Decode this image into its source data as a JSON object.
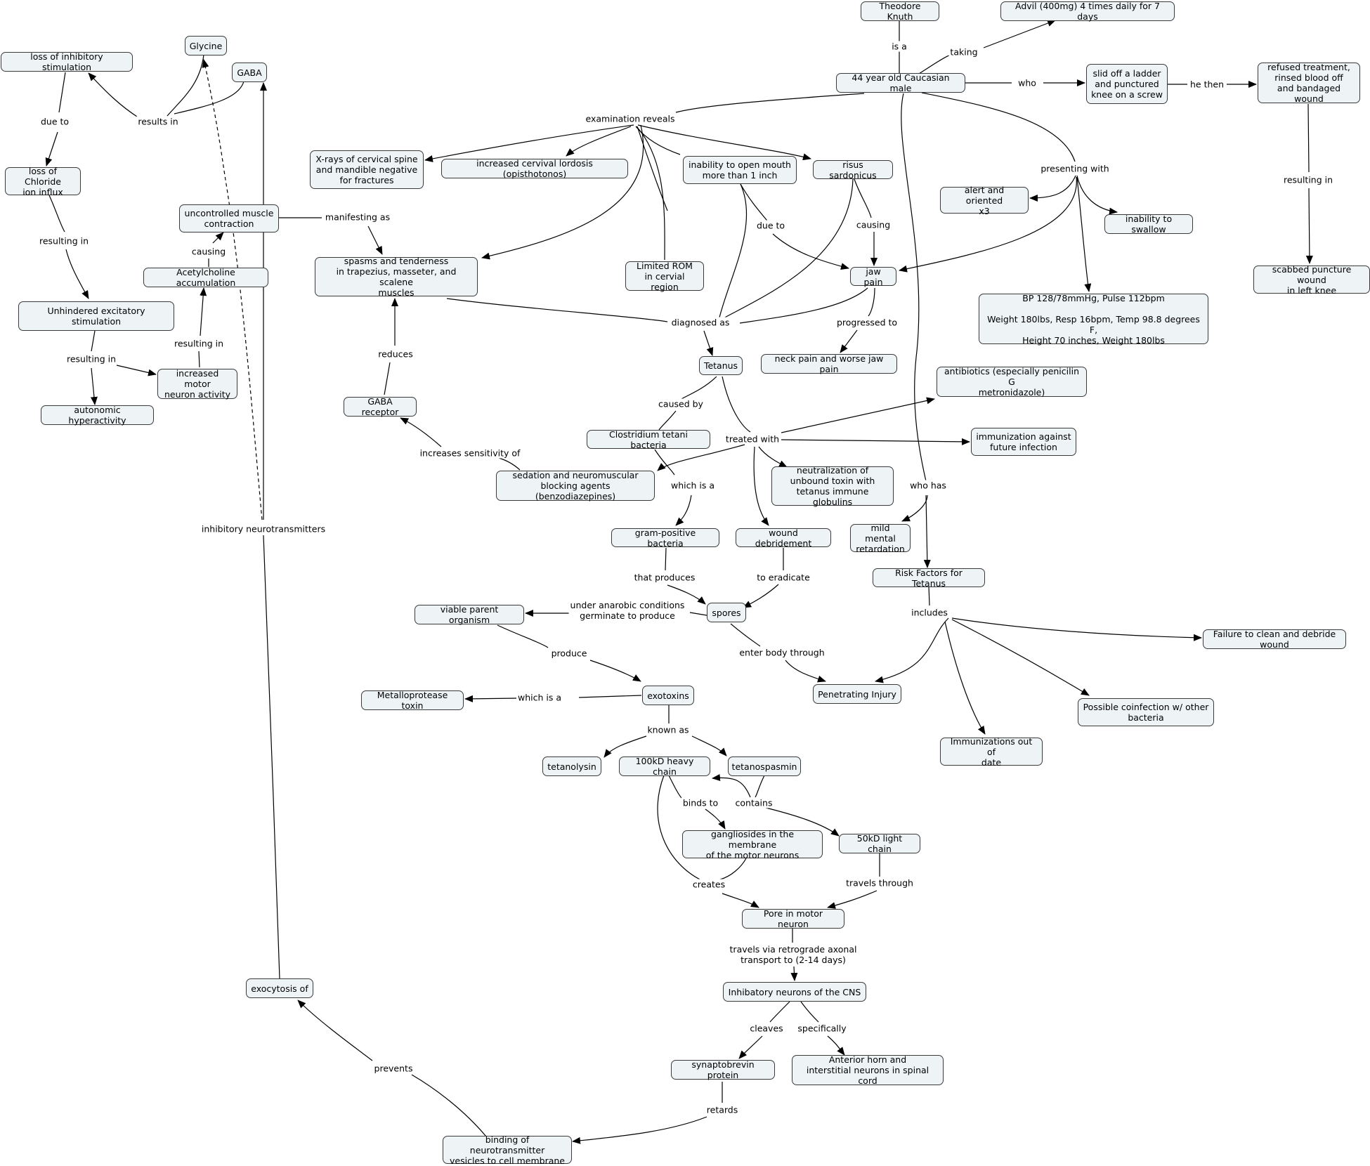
{
  "nodes": {
    "theodore": "Theodore Knuth",
    "advil": "Advil (400mg) 4 times daily for 7 days",
    "male": "44 year old Caucasian male",
    "ladder": "slid off a ladder\nand punctured\nknee on a screw",
    "refused": "refused treatment,\nrinsed blood off\nand bandaged wound",
    "scabbed": "scabbed puncture wound\nin left knee",
    "loss_inhib": "loss of inhibitory stimulation",
    "glycine": "Glycine",
    "gaba": "GABA",
    "loss_chloride": "loss of Chloride\nion influx",
    "uncontrolled": "uncontrolled muscle\ncontraction",
    "ach": "Acetylcholine accumulation",
    "unhindered": "Unhindered excitatory stimulation",
    "motor_act": "increased motor\nneuron activity",
    "autonomic": "autonomic hyperactivity",
    "xrays": "X-rays of cervical spine\nand mandible negative\nfor fractures",
    "lordosis": "increased cervival lordosis (opisthotonos)",
    "inability_mouth": "inability to open mouth\nmore than 1 inch",
    "risus": "risus sardonicus",
    "alert": "alert and oriented\nx3",
    "swallow": "inability to swallow",
    "spasms": "spasms and tenderness\nin trapezius, masseter, and scalene\nmuscles",
    "limited_rom": "Limited ROM\nin cervial region",
    "jaw_pain": "jaw pain",
    "vitals": "BP 128/78mmHg, Pulse 112bpm\n\nWeight 180lbs, Resp 16bpm, Temp 98.8 degrees F,\nHeight 70 inches, Weight 180lbs",
    "tetanus": "Tetanus",
    "neck_pain": "neck pain and worse jaw pain",
    "gaba_receptor": "GABA receptor",
    "antibiotics": "antibiotics (especially penicilin G\nmetronidazole)",
    "clostridium": "Clostridium tetani bacteria",
    "immunization": "immunization against\nfuture infection",
    "sedation": "sedation and neuromuscular\nblocking agents (benzodiazepines)",
    "neutralization": "neutralization of\nunbound toxin with\ntetanus immune globulins",
    "gram_pos": "gram-positive bacteria",
    "debridement": "wound debridement",
    "mental": "mild mental\nretardation",
    "risk": "Risk Factors for Tetanus",
    "viable": "viable parent organism",
    "spores": "spores",
    "failure": "Failure to clean and debride wound",
    "penetrating": "Penetrating Injury",
    "coinfection": "Possible coinfection w/ other\nbacteria",
    "exotoxins": "exotoxins",
    "metallo": "Metalloprotease toxin",
    "immun_out": "Immunizations out of\ndate",
    "tetanolysin": "tetanolysin",
    "heavy_chain": "100kD heavy chain",
    "tetanospasmin": "tetanospasmin",
    "gangliosides": "gangliosides in the membrane\nof the motor neurons",
    "light_chain": "50kD light chain",
    "pore": "Pore in motor neuron",
    "exocytosis": "exocytosis of",
    "inhib_cns": "Inhibatory neurons of the CNS",
    "synaptobrevin": "synaptobrevin protein",
    "anterior": "Anterior horn and\ninterstitial neurons in spinal cord",
    "binding": "binding of neurotransmitter\nvesicles to cell membrane"
  },
  "labels": {
    "is_a": "is a",
    "taking": "taking",
    "who": "who",
    "he_then": "he then",
    "resulting_in_right": "resulting in",
    "examination": "examination reveals",
    "presenting": "presenting with",
    "due_to_left": "due to",
    "results_in": "results in",
    "resulting_in_1": "resulting in",
    "causing_left": "causing",
    "manifesting": "manifesting as",
    "resulting_in_2": "resulting in",
    "resulting_in_3": "resulting in",
    "due_to_mid": "due to",
    "causing_mid": "causing",
    "diagnosed": "diagnosed as",
    "progressed": "progressed to",
    "reduces": "reduces",
    "caused_by": "caused by",
    "treated_with": "treated with",
    "increases_sens": "increases sensitivity of",
    "which_is_a": "which is a",
    "who_has": "who has",
    "inhib_nt": "inhibitory neurotransmitters",
    "that_produces": "that produces",
    "to_eradicate": "to eradicate",
    "includes": "includes",
    "anaerobic": "under anarobic conditions\ngerminate to produce",
    "enter_body": "enter body through",
    "produce": "produce",
    "which_is_a2": "which is a",
    "known_as": "known as",
    "binds_to": "binds to",
    "contains": "contains",
    "creates": "creates",
    "travels_through": "travels through",
    "retrograde": "travels via retrograde axonal\ntransport to (2-14 days)",
    "cleaves": "cleaves",
    "specifically": "specifically",
    "retards": "retards",
    "prevents": "prevents"
  },
  "colors": {
    "node_fill": "#eef3f5",
    "node_border": "#3a3a3a",
    "line": "#000000"
  }
}
